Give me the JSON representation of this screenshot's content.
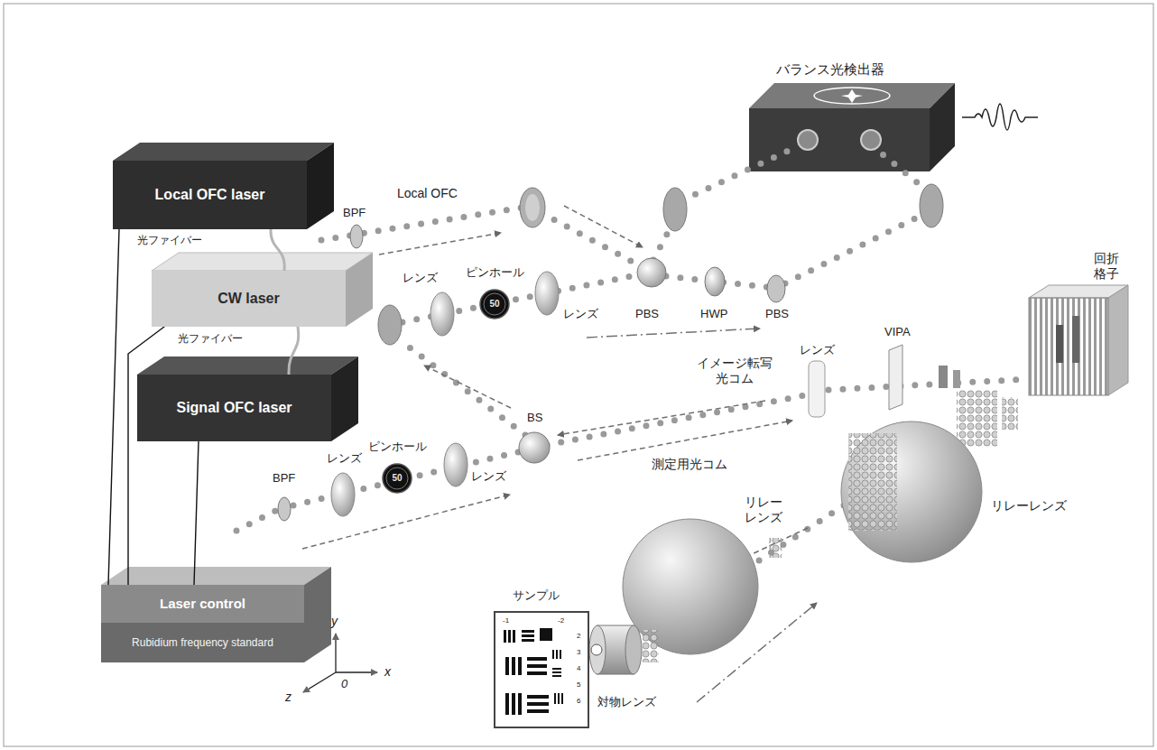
{
  "diagram": {
    "nodes": [
      {
        "text": [
          "Local OFC laser"
        ]
      },
      {
        "text": [
          "CW laser"
        ]
      },
      {
        "text": [
          "Signal OFC laser"
        ]
      },
      {
        "text": [
          "Laser control"
        ]
      },
      {
        "text": [
          "Rubidium frequency standard"
        ]
      },
      {
        "text": [
          "バランス光検出器"
        ]
      },
      {
        "text": [
          "ピンホール",
          "50"
        ]
      },
      {
        "text": [
          "ピンホール",
          "50"
        ]
      }
    ],
    "edges": [
      {
        "from": 0,
        "to": 1,
        "arrow": "none",
        "label": "光ファイバー"
      },
      {
        "from": 1,
        "to": 2,
        "arrow": "none",
        "label": "光ファイバー"
      },
      {
        "from": 3,
        "to": 0,
        "arrow": "none"
      },
      {
        "from": 3,
        "to": 1,
        "arrow": "none"
      },
      {
        "from": 3,
        "to": 2,
        "arrow": "none"
      }
    ],
    "labels": [
      "BPF",
      "Local OFC",
      "レンズ",
      "PBS",
      "HWP",
      "PBS",
      "レンズ",
      "VIPA",
      "回折 格子",
      "レンズ",
      "イメージ転写 光コム",
      "BS",
      "BPF",
      "レンズ",
      "レンズ",
      "測定用光コム",
      "リレー レンズ",
      "リレーレンズ",
      "サンプル",
      "対物レンズ",
      "y",
      "z",
      "0",
      "x",
      "-1",
      "-2",
      "2",
      "3",
      "4",
      "5",
      "6"
    ]
  }
}
